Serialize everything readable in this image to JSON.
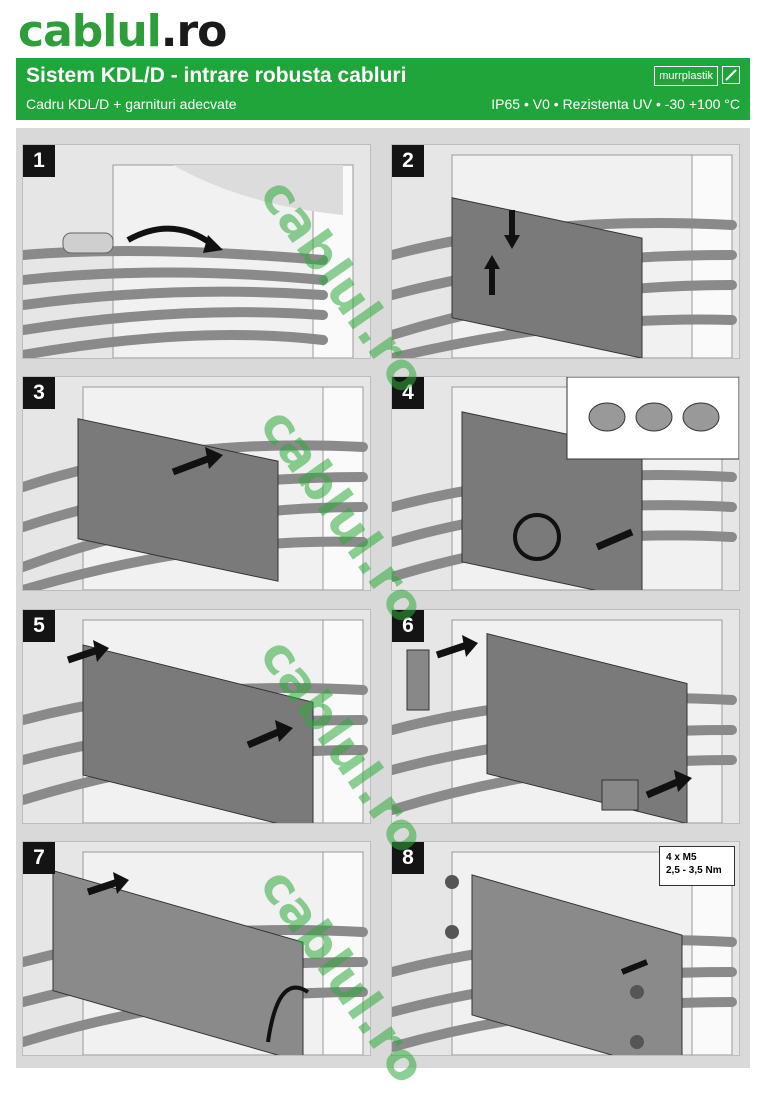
{
  "header": {
    "logo_part1": "cablul",
    "logo_part2": ".ro",
    "title": "Sistem KDL/D - intrare robusta cabluri",
    "subtitle": "Cadru KDL/D + garnituri adecvate",
    "specs": "IP65 • V0 • Rezistenta UV • -30 +100 °C",
    "brand": "murrplastik"
  },
  "steps": [
    {
      "number": "1"
    },
    {
      "number": "2"
    },
    {
      "number": "3"
    },
    {
      "number": "4"
    },
    {
      "number": "5"
    },
    {
      "number": "6"
    },
    {
      "number": "7"
    },
    {
      "number": "8",
      "note_line1": "4 x M5",
      "note_line2": "2,5 - 3,5 Nm"
    }
  ],
  "watermark": "cablul.ro",
  "colors": {
    "brand_green": "#20a53b",
    "logo_green": "#2e9e3a",
    "watermark_green": "#2eaa3c",
    "panel_bg": "#e6e6e6"
  }
}
